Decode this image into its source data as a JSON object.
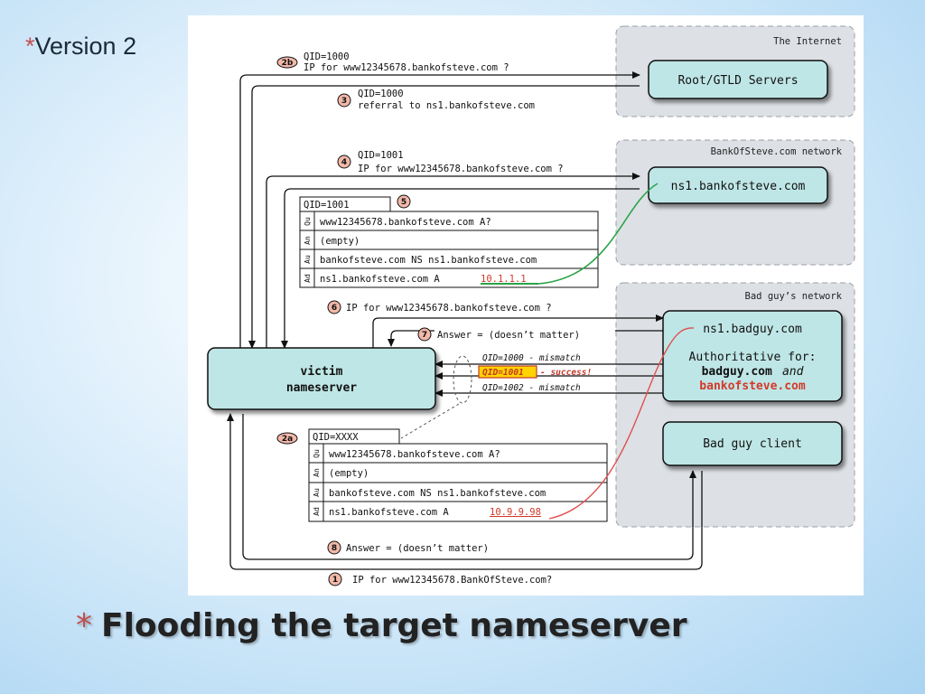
{
  "slide": {
    "bullet_star": "*",
    "subtitle": "Version 2",
    "title": "Flooding the target nameserver"
  },
  "networks": {
    "internet": "The Internet",
    "bankofsteve": "BankOfSteve.com network",
    "badguy": "Bad guy’s network"
  },
  "nodes": {
    "root_servers": "Root/GTLD Servers",
    "ns1_bankofsteve": "ns1.bankofsteve.com",
    "victim_line1": "victim",
    "victim_line2": "nameserver",
    "ns1_badguy": "ns1.badguy.com",
    "authoritative_for": "Authoritative for:",
    "auth_domain1": "badguy.com",
    "auth_and": "and",
    "auth_domain2": "bankofsteve.com",
    "badguy_client": "Bad guy client"
  },
  "steps": {
    "s2b_badge": "2b",
    "s2b_line1": "QID=1000",
    "s2b_line2": "IP for www12345678.bankofsteve.com ?",
    "s3_badge": "3",
    "s3_line1": "QID=1000",
    "s3_line2": "referral to ns1.bankofsteve.com",
    "s4_badge": "4",
    "s4_line1": "QID=1001",
    "s4_line2": "IP for www12345678.bankofsteve.com ?",
    "s5_badge": "5",
    "s6_badge": "6",
    "s6_text": "IP for www12345678.bankofsteve.com ?",
    "s7_badge": "7",
    "s7_text": "Answer = (doesn’t matter)",
    "qid_mismatch_1000": "QID=1000 - mismatch",
    "qid_success": "QID=1001",
    "qid_success_suffix": "- success!",
    "qid_mismatch_1002": "QID=1002 - mismatch",
    "s2a_badge": "2a",
    "s8_badge": "8",
    "s8_text": "Answer = (doesn’t matter)",
    "s1_badge": "1",
    "s1_text": "IP for www12345678.BankOfSteve.com?"
  },
  "packet_upper": {
    "header": "QID=1001",
    "rows": [
      {
        "section": "Qu",
        "text": "www12345678.bankofsteve.com A?",
        "ip": ""
      },
      {
        "section": "An",
        "text": "(empty)",
        "ip": ""
      },
      {
        "section": "Au",
        "text": "bankofsteve.com NS ns1.bankofsteve.com",
        "ip": ""
      },
      {
        "section": "Ad",
        "text": "ns1.bankofsteve.com A",
        "ip": "10.1.1.1"
      }
    ]
  },
  "packet_lower": {
    "header": "QID=XXXX",
    "rows": [
      {
        "section": "Qu",
        "text": "www12345678.bankofsteve.com A?",
        "ip": ""
      },
      {
        "section": "An",
        "text": "(empty)",
        "ip": ""
      },
      {
        "section": "Au",
        "text": "bankofsteve.com NS ns1.bankofsteve.com",
        "ip": ""
      },
      {
        "section": "Ad",
        "text": "ns1.bankofsteve.com A",
        "ip": "10.9.9.98"
      }
    ]
  },
  "colors": {
    "node_fill": "#bfe6e6",
    "network_fill": "#dde1e5",
    "badge_fill": "#f2b8a8",
    "good_ip": "#d23a2a",
    "green_link": "#2aa44a",
    "red_link": "#e05050",
    "success_highlight": "#ffd400",
    "star": "#c0504d"
  }
}
